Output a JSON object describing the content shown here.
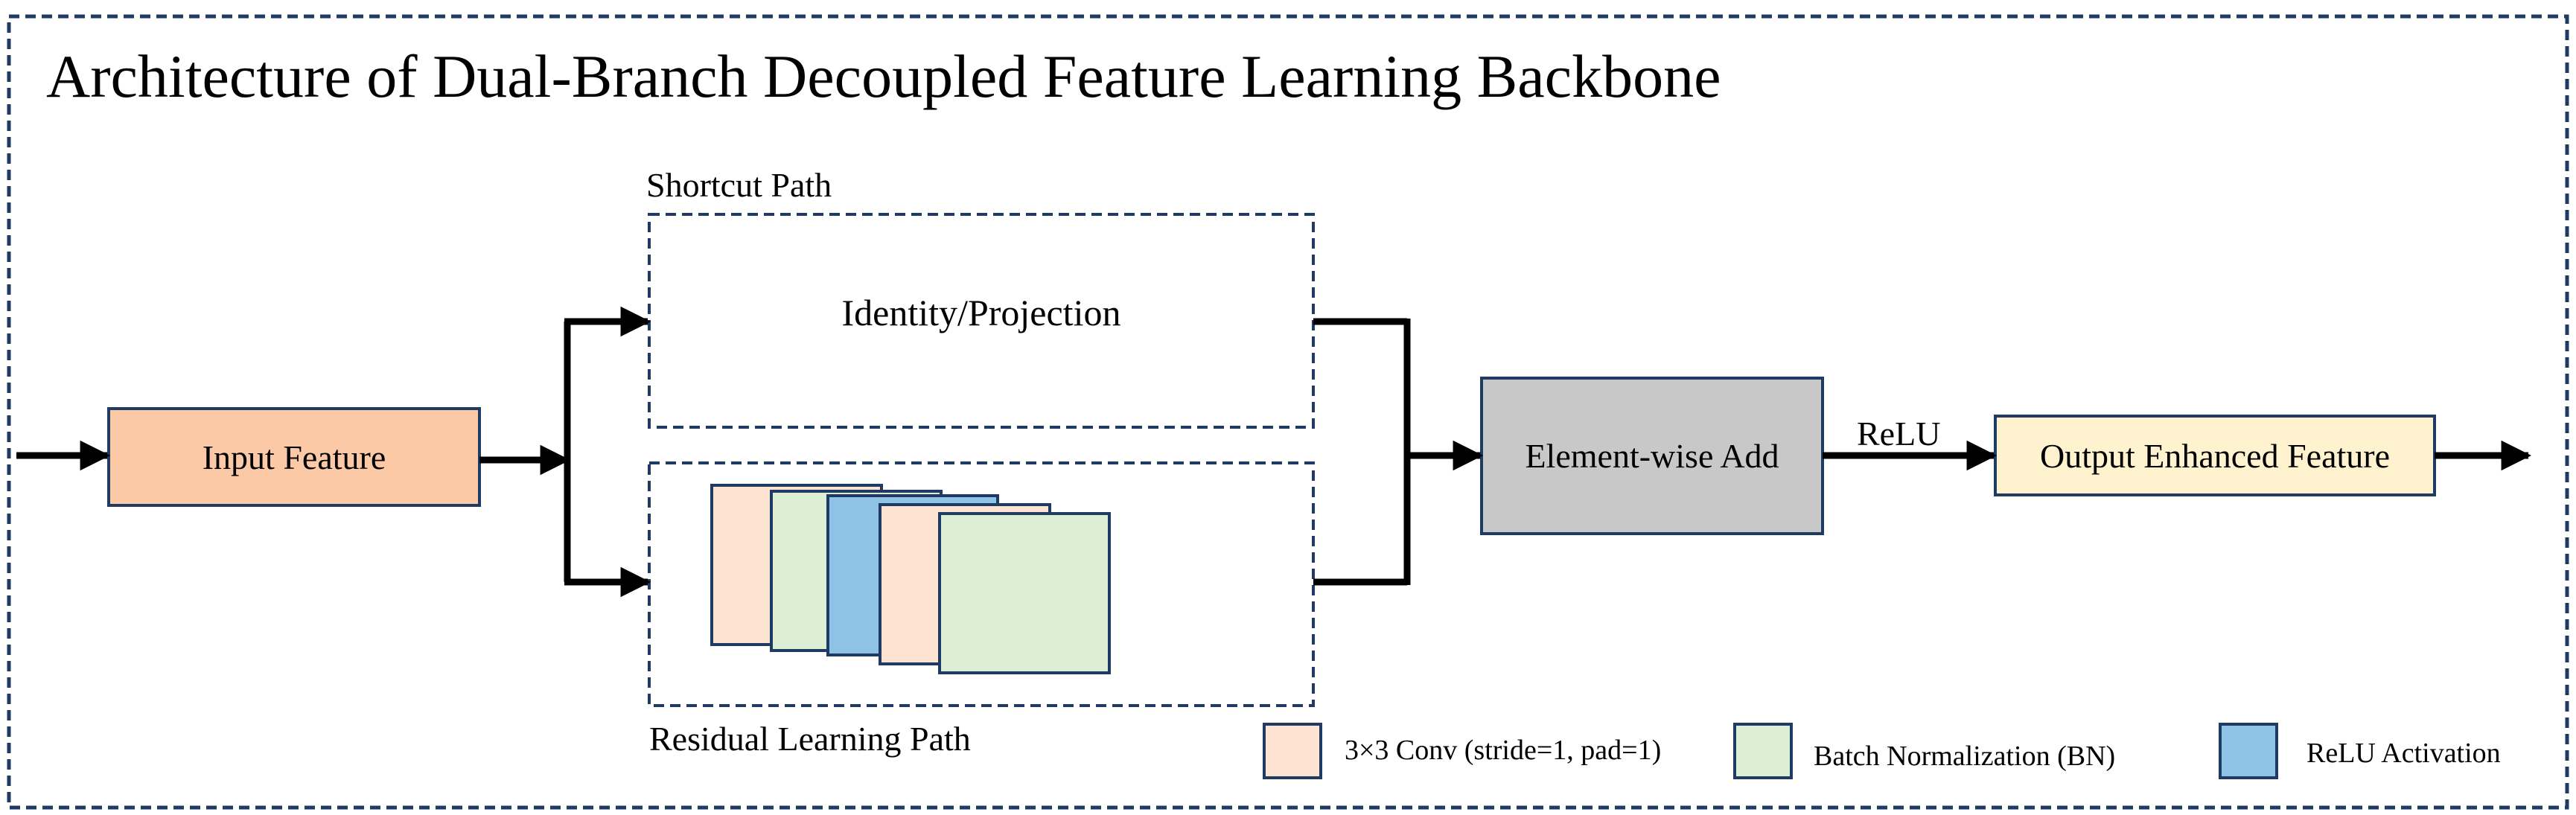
{
  "title": "Architecture of Dual-Branch Decoupled Feature Learning Backbone",
  "shortcut": {
    "path_label": "Shortcut Path",
    "block_label": "Identity/Projection"
  },
  "residual": {
    "path_label": "Residual Learning Path",
    "layers": [
      "conv",
      "bn",
      "relu",
      "conv",
      "bn"
    ]
  },
  "nodes": {
    "input": "Input Feature",
    "add": "Element-wise Add",
    "output": "Output Enhanced Feature"
  },
  "edge_labels": {
    "add_to_output": "ReLU"
  },
  "legend": [
    {
      "key": "conv",
      "label": "3×3 Conv (stride=1, pad=1)"
    },
    {
      "key": "bn",
      "label": "Batch Normalization (BN)"
    },
    {
      "key": "relu",
      "label": "ReLU Activation"
    }
  ],
  "colors": {
    "conv": "#fde4d2",
    "bn": "#dcefd5",
    "relu": "#8fc3e6",
    "input": "#fcc9a6",
    "add": "#c8c8c8",
    "output": "#fff3cf",
    "border": "#1f3b63",
    "line": "#000000"
  }
}
